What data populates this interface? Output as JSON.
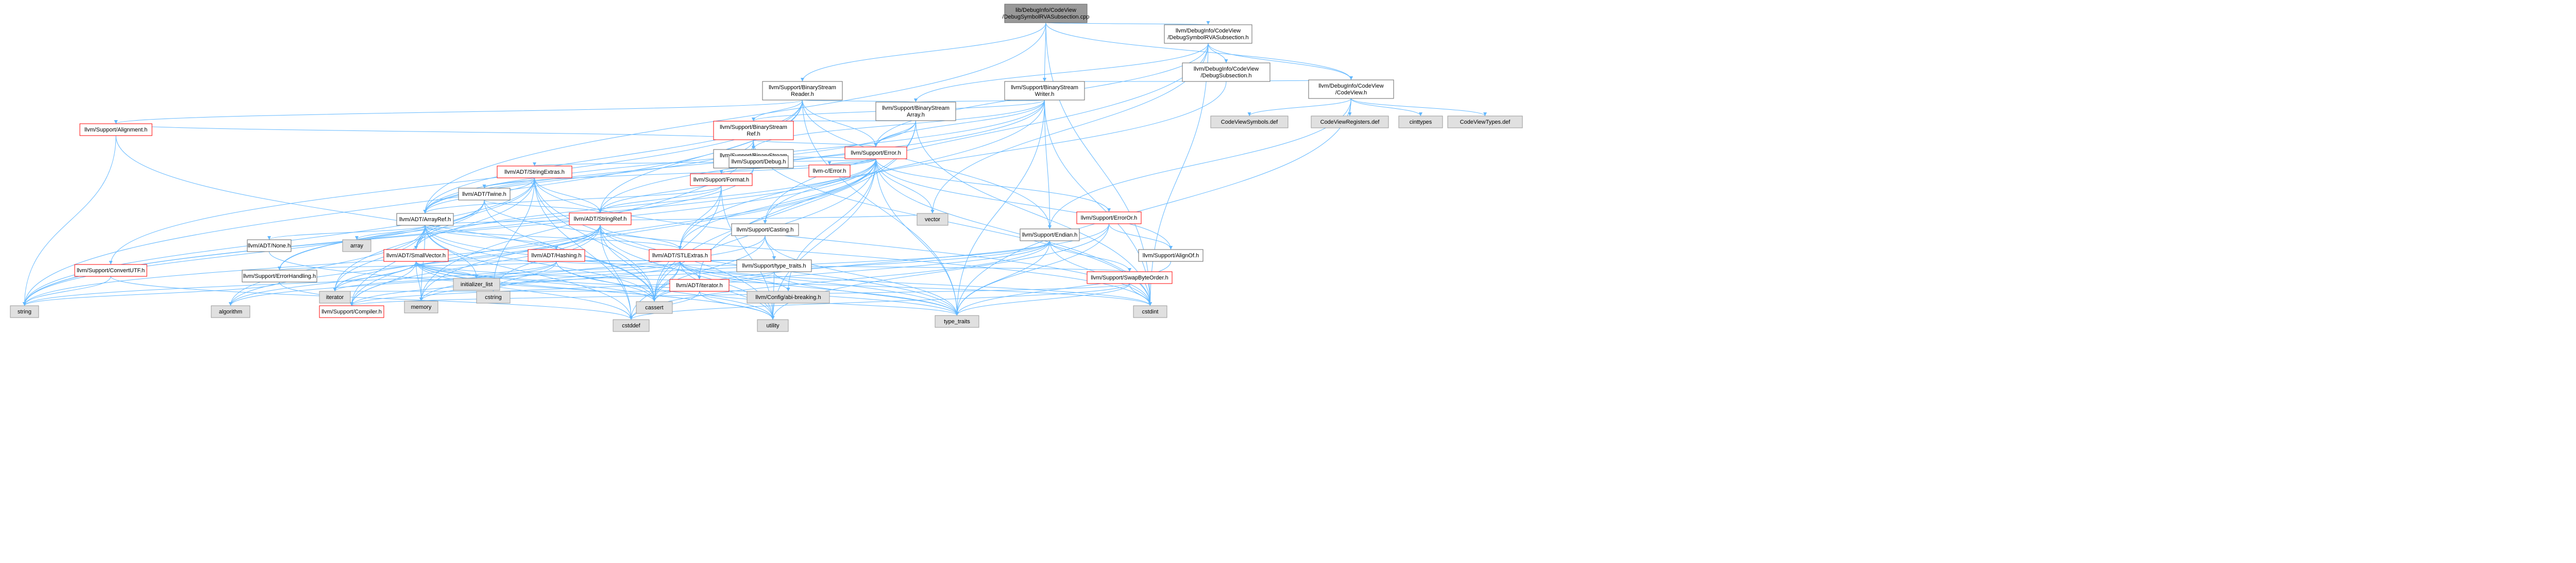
{
  "colors": {
    "root_fill": "#999999",
    "normal_fill": "#ffffff",
    "normal_stroke": "#666666",
    "link_stroke": "#ff0000",
    "system_fill": "#e0e0e0",
    "system_stroke": "#999999",
    "edge": "#63b8ff"
  },
  "nodes": [
    {
      "id": "root",
      "kind": "root",
      "lines": [
        "lib/DebugInfo/CodeView",
        "/DebugSymbolRVASubsection.cpp"
      ]
    },
    {
      "id": "debugsymrva",
      "kind": "normal",
      "lines": [
        "llvm/DebugInfo/CodeView",
        "/DebugSymbolRVASubsection.h"
      ]
    },
    {
      "id": "debugsubsec",
      "kind": "normal",
      "lines": [
        "llvm/DebugInfo/CodeView",
        "/DebugSubsection.h"
      ]
    },
    {
      "id": "codeview",
      "kind": "normal",
      "lines": [
        "llvm/DebugInfo/CodeView",
        "/CodeView.h"
      ]
    },
    {
      "id": "bsreader",
      "kind": "normal",
      "lines": [
        "llvm/Support/BinaryStream",
        "Reader.h"
      ]
    },
    {
      "id": "bswriter",
      "kind": "normal",
      "lines": [
        "llvm/Support/BinaryStream",
        "Writer.h"
      ]
    },
    {
      "id": "bsarray",
      "kind": "normal",
      "lines": [
        "llvm/Support/BinaryStream",
        "Array.h"
      ]
    },
    {
      "id": "bsref",
      "kind": "link",
      "lines": [
        "llvm/Support/BinaryStream",
        "Ref.h"
      ]
    },
    {
      "id": "bserror",
      "kind": "normal",
      "lines": [
        "llvm/Support/BinaryStream",
        "Error.h"
      ]
    },
    {
      "id": "error",
      "kind": "link",
      "lines": [
        "llvm/Support/Error.h"
      ]
    },
    {
      "id": "alignment",
      "kind": "link",
      "lines": [
        "llvm/Support/Alignment.h"
      ]
    },
    {
      "id": "stringextras",
      "kind": "link",
      "lines": [
        "llvm/ADT/StringExtras.h"
      ]
    },
    {
      "id": "twine",
      "kind": "normal",
      "lines": [
        "llvm/ADT/Twine.h"
      ]
    },
    {
      "id": "format",
      "kind": "link",
      "lines": [
        "llvm/Support/Format.h"
      ]
    },
    {
      "id": "debug",
      "kind": "normal",
      "lines": [
        "llvm/Support/Debug.h"
      ]
    },
    {
      "id": "cerror",
      "kind": "link",
      "lines": [
        "llvm-c/Error.h"
      ]
    },
    {
      "id": "arrayref",
      "kind": "normal",
      "lines": [
        "llvm/ADT/ArrayRef.h"
      ]
    },
    {
      "id": "stringref",
      "kind": "link",
      "lines": [
        "llvm/ADT/StringRef.h"
      ]
    },
    {
      "id": "casting",
      "kind": "normal",
      "lines": [
        "llvm/Support/Casting.h"
      ]
    },
    {
      "id": "endian",
      "kind": "normal",
      "lines": [
        "llvm/Support/Endian.h"
      ]
    },
    {
      "id": "erroror",
      "kind": "link",
      "lines": [
        "llvm/Support/ErrorOr.h"
      ]
    },
    {
      "id": "alignof",
      "kind": "normal",
      "lines": [
        "llvm/Support/AlignOf.h"
      ]
    },
    {
      "id": "none",
      "kind": "normal",
      "lines": [
        "llvm/ADT/None.h"
      ]
    },
    {
      "id": "smallvector",
      "kind": "link",
      "lines": [
        "llvm/ADT/SmallVector.h"
      ]
    },
    {
      "id": "hashing",
      "kind": "link",
      "lines": [
        "llvm/ADT/Hashing.h"
      ]
    },
    {
      "id": "stlextras",
      "kind": "link",
      "lines": [
        "llvm/ADT/STLExtras.h"
      ]
    },
    {
      "id": "iterator",
      "kind": "link",
      "lines": [
        "llvm/ADT/iterator.h"
      ]
    },
    {
      "id": "typetraits",
      "kind": "normal",
      "lines": [
        "llvm/Support/type_traits.h"
      ]
    },
    {
      "id": "errorhandling",
      "kind": "normal",
      "lines": [
        "llvm/Support/ErrorHandling.h"
      ]
    },
    {
      "id": "compiler",
      "kind": "link",
      "lines": [
        "llvm/Support/Compiler.h"
      ]
    },
    {
      "id": "swapbyte",
      "kind": "link",
      "lines": [
        "llvm/Support/SwapByteOrder.h"
      ]
    },
    {
      "id": "abibreaking",
      "kind": "system",
      "lines": [
        "llvm/Config/abi-breaking.h"
      ]
    },
    {
      "id": "convertutf",
      "kind": "link",
      "lines": [
        "llvm/Support/ConvertUTF.h"
      ]
    },
    {
      "id": "cvsymbols",
      "kind": "system",
      "lines": [
        "CodeViewSymbols.def"
      ]
    },
    {
      "id": "cvregisters",
      "kind": "system",
      "lines": [
        "CodeViewRegisters.def"
      ]
    },
    {
      "id": "cinttypes",
      "kind": "system",
      "lines": [
        "cinttypes"
      ]
    },
    {
      "id": "cvtypes",
      "kind": "system",
      "lines": [
        "CodeViewTypes.def"
      ]
    },
    {
      "id": "vector",
      "kind": "system",
      "lines": [
        "vector"
      ]
    },
    {
      "id": "array",
      "kind": "system",
      "lines": [
        "array"
      ]
    },
    {
      "id": "cassert",
      "kind": "system",
      "lines": [
        "cassert"
      ]
    },
    {
      "id": "cstring",
      "kind": "system",
      "lines": [
        "cstring"
      ]
    },
    {
      "id": "memory",
      "kind": "system",
      "lines": [
        "memory"
      ]
    },
    {
      "id": "initlist",
      "kind": "system",
      "lines": [
        "initializer_list"
      ]
    },
    {
      "id": "string",
      "kind": "system",
      "lines": [
        "string"
      ]
    },
    {
      "id": "algorithm",
      "kind": "system",
      "lines": [
        "algorithm"
      ]
    },
    {
      "id": "iteratorstd",
      "kind": "system",
      "lines": [
        "iterator"
      ]
    },
    {
      "id": "cstddef",
      "kind": "system",
      "lines": [
        "cstddef"
      ]
    },
    {
      "id": "utility",
      "kind": "system",
      "lines": [
        "utility"
      ]
    },
    {
      "id": "typetraitsstd",
      "kind": "system",
      "lines": [
        "type_traits"
      ]
    },
    {
      "id": "cstdint",
      "kind": "system",
      "lines": [
        "cstdint"
      ]
    }
  ],
  "edges": [
    [
      "root",
      "debugsymrva"
    ],
    [
      "root",
      "bsreader"
    ],
    [
      "root",
      "bswriter"
    ],
    [
      "root",
      "codeview"
    ],
    [
      "root",
      "arrayref"
    ],
    [
      "root",
      "cstdint"
    ],
    [
      "debugsymrva",
      "debugsubsec"
    ],
    [
      "debugsymrva",
      "codeview"
    ],
    [
      "debugsymrva",
      "bsarray"
    ],
    [
      "debugsymrva",
      "error"
    ],
    [
      "debugsymrva",
      "cstdint"
    ],
    [
      "debugsymrva",
      "vector"
    ],
    [
      "debugsymrva",
      "casting"
    ],
    [
      "debugsubsec",
      "codeview"
    ],
    [
      "debugsubsec",
      "bswriter"
    ],
    [
      "debugsubsec",
      "casting"
    ],
    [
      "codeview",
      "cvsymbols"
    ],
    [
      "codeview",
      "cvregisters"
    ],
    [
      "codeview",
      "cinttypes"
    ],
    [
      "codeview",
      "cvtypes"
    ],
    [
      "codeview",
      "endian"
    ],
    [
      "codeview",
      "typetraitsstd"
    ],
    [
      "bsreader",
      "arrayref"
    ],
    [
      "bsreader",
      "stringref"
    ],
    [
      "bsreader",
      "alignment"
    ],
    [
      "bsreader",
      "bsarray"
    ],
    [
      "bsreader",
      "bsref"
    ],
    [
      "bsreader",
      "convertutf"
    ],
    [
      "bsreader",
      "endian"
    ],
    [
      "bsreader",
      "error"
    ],
    [
      "bsreader",
      "typetraitsstd"
    ],
    [
      "bsreader",
      "string"
    ],
    [
      "bswriter",
      "arrayref"
    ],
    [
      "bswriter",
      "stringref"
    ],
    [
      "bswriter",
      "bsarray"
    ],
    [
      "bswriter",
      "bserror"
    ],
    [
      "bswriter",
      "bsref"
    ],
    [
      "bswriter",
      "endian"
    ],
    [
      "bswriter",
      "error"
    ],
    [
      "bswriter",
      "cstdint"
    ],
    [
      "bswriter",
      "stlextras"
    ],
    [
      "bswriter",
      "typetraitsstd"
    ],
    [
      "bsarray",
      "arrayref"
    ],
    [
      "bsarray",
      "iterator"
    ],
    [
      "bsarray",
      "bsref"
    ],
    [
      "bsarray",
      "error"
    ],
    [
      "bsarray",
      "cassert"
    ],
    [
      "bsarray",
      "cstdint"
    ],
    [
      "bsref",
      "arrayref"
    ],
    [
      "bsref",
      "bserror"
    ],
    [
      "bsref",
      "error"
    ],
    [
      "bsref",
      "cstdint"
    ],
    [
      "bsref",
      "memory"
    ],
    [
      "bsref",
      "alignment"
    ],
    [
      "bserror",
      "stringref"
    ],
    [
      "bserror",
      "error"
    ],
    [
      "bserror",
      "string"
    ],
    [
      "alignment",
      "mathextras"
    ],
    [
      "alignment",
      "cassert"
    ],
    [
      "alignment",
      "string"
    ],
    [
      "error",
      "abibreaking"
    ],
    [
      "error",
      "cerror"
    ],
    [
      "error",
      "stlextras"
    ],
    [
      "error",
      "smallvector"
    ],
    [
      "error",
      "stringextras"
    ],
    [
      "error",
      "twine"
    ],
    [
      "error",
      "alignof"
    ],
    [
      "error",
      "compiler"
    ],
    [
      "error",
      "debug"
    ],
    [
      "error",
      "erroror"
    ],
    [
      "error",
      "errorhandling"
    ],
    [
      "error",
      "format"
    ],
    [
      "error",
      "cassert"
    ],
    [
      "error",
      "cstdint"
    ],
    [
      "error",
      "cstdlib"
    ],
    [
      "error",
      "functional"
    ],
    [
      "error",
      "memory"
    ],
    [
      "error",
      "new"
    ],
    [
      "error",
      "string"
    ],
    [
      "error",
      "system_error"
    ],
    [
      "error",
      "typetraitsstd"
    ],
    [
      "error",
      "utility"
    ],
    [
      "error",
      "vector"
    ],
    [
      "stringextras",
      "arrayref"
    ],
    [
      "stringextras",
      "smallvector"
    ],
    [
      "stringextras",
      "stringref"
    ],
    [
      "stringextras",
      "twine"
    ],
    [
      "stringextras",
      "cassert"
    ],
    [
      "stringextras",
      "cstddef"
    ],
    [
      "stringextras",
      "cstdint"
    ],
    [
      "stringextras",
      "cstring"
    ],
    [
      "stringextras",
      "iteratorstd"
    ],
    [
      "stringextras",
      "string"
    ],
    [
      "stringextras",
      "utility"
    ],
    [
      "twine",
      "smallvector"
    ],
    [
      "twine",
      "stringref"
    ],
    [
      "twine",
      "errorhandling"
    ],
    [
      "twine",
      "cassert"
    ],
    [
      "twine",
      "cstdint"
    ],
    [
      "twine",
      "string"
    ],
    [
      "format",
      "arrayref"
    ],
    [
      "format",
      "stlextras"
    ],
    [
      "format",
      "stringref"
    ],
    [
      "format",
      "cassert"
    ],
    [
      "format",
      "cstdio"
    ],
    [
      "format",
      "tuple"
    ],
    [
      "format",
      "utility"
    ],
    [
      "arrayref",
      "hashing"
    ],
    [
      "arrayref",
      "none"
    ],
    [
      "arrayref",
      "smallvector"
    ],
    [
      "arrayref",
      "stlextras"
    ],
    [
      "arrayref",
      "compiler"
    ],
    [
      "arrayref",
      "algorithm"
    ],
    [
      "arrayref",
      "array"
    ],
    [
      "arrayref",
      "cassert"
    ],
    [
      "arrayref",
      "cstddef"
    ],
    [
      "arrayref",
      "initlist"
    ],
    [
      "arrayref",
      "iteratorstd"
    ],
    [
      "arrayref",
      "memory"
    ],
    [
      "arrayref",
      "typetraitsstd"
    ],
    [
      "arrayref",
      "vector"
    ],
    [
      "stringref",
      "stlextras"
    ],
    [
      "stringref",
      "iteratorstd"
    ],
    [
      "stringref",
      "compiler"
    ],
    [
      "stringref",
      "algorithm"
    ],
    [
      "stringref",
      "cassert"
    ],
    [
      "stringref",
      "cstddef"
    ],
    [
      "stringref",
      "cstring"
    ],
    [
      "stringref",
      "limits"
    ],
    [
      "stringref",
      "string"
    ],
    [
      "stringref",
      "typetraitsstd"
    ],
    [
      "stringref",
      "utility"
    ],
    [
      "casting",
      "typetraits"
    ],
    [
      "casting",
      "cassert"
    ],
    [
      "casting",
      "memory"
    ],
    [
      "casting",
      "typetraitsstd"
    ],
    [
      "endian",
      "compiler"
    ],
    [
      "endian",
      "swapbyte"
    ],
    [
      "endian",
      "cassert"
    ],
    [
      "endian",
      "cstddef"
    ],
    [
      "endian",
      "cstdint"
    ],
    [
      "endian",
      "cstring"
    ],
    [
      "endian",
      "typetraitsstd"
    ],
    [
      "erroror",
      "alignof"
    ],
    [
      "erroror",
      "cassert"
    ],
    [
      "erroror",
      "system_error"
    ],
    [
      "erroror",
      "typetraitsstd"
    ],
    [
      "erroror",
      "utility"
    ],
    [
      "smallvector",
      "compiler"
    ],
    [
      "smallvector",
      "typetraits"
    ],
    [
      "smallvector",
      "algorithm"
    ],
    [
      "smallvector",
      "cassert"
    ],
    [
      "smallvector",
      "cstddef"
    ],
    [
      "smallvector",
      "cstdint"
    ],
    [
      "smallvector",
      "cstdlib"
    ],
    [
      "smallvector",
      "cstring"
    ],
    [
      "smallvector",
      "functional"
    ],
    [
      "smallvector",
      "initlist"
    ],
    [
      "smallvector",
      "iteratorstd"
    ],
    [
      "smallvector",
      "limits"
    ],
    [
      "smallvector",
      "memory"
    ],
    [
      "smallvector",
      "new"
    ],
    [
      "smallvector",
      "typetraitsstd"
    ],
    [
      "smallvector",
      "utility"
    ],
    [
      "hashing",
      "errorhandling"
    ],
    [
      "hashing",
      "swapbyte"
    ],
    [
      "hashing",
      "typetraits"
    ],
    [
      "hashing",
      "algorithm"
    ],
    [
      "hashing",
      "cassert"
    ],
    [
      "hashing",
      "cstring"
    ],
    [
      "hashing",
      "string"
    ],
    [
      "hashing",
      "tuple"
    ],
    [
      "hashing",
      "utility"
    ],
    [
      "stlextras",
      "abibreaking"
    ],
    [
      "stlextras",
      "iterator"
    ],
    [
      "stlextras",
      "typetraits"
    ],
    [
      "stlextras",
      "cassert"
    ],
    [
      "stlextras",
      "cstddef"
    ],
    [
      "stlextras",
      "cstdint"
    ],
    [
      "stlextras",
      "cstdlib"
    ],
    [
      "stlextras",
      "functional"
    ],
    [
      "stlextras",
      "initlist"
    ],
    [
      "stlextras",
      "iteratorstd"
    ],
    [
      "stlextras",
      "limits"
    ],
    [
      "stlextras",
      "memory"
    ],
    [
      "stlextras",
      "tuple"
    ],
    [
      "stlextras",
      "typetraitsstd"
    ],
    [
      "stlextras",
      "utility"
    ],
    [
      "iterator",
      "iteratorstd"
    ],
    [
      "iterator",
      "cstddef"
    ],
    [
      "iterator",
      "typetraitsstd"
    ],
    [
      "iterator",
      "utility"
    ],
    [
      "typetraits",
      "compiler"
    ],
    [
      "typetraits",
      "typetraitsstd"
    ],
    [
      "typetraits",
      "utility"
    ],
    [
      "errorhandling",
      "compiler"
    ],
    [
      "errorhandling",
      "string"
    ],
    [
      "swapbyte",
      "compiler"
    ],
    [
      "swapbyte",
      "cstddef"
    ],
    [
      "swapbyte",
      "cstdint"
    ],
    [
      "swapbyte",
      "typetraitsstd"
    ],
    [
      "alignof",
      "typetraitsstd"
    ],
    [
      "convertutf",
      "cstddef"
    ],
    [
      "convertutf",
      "string"
    ],
    [
      "none",
      "utility"
    ]
  ]
}
